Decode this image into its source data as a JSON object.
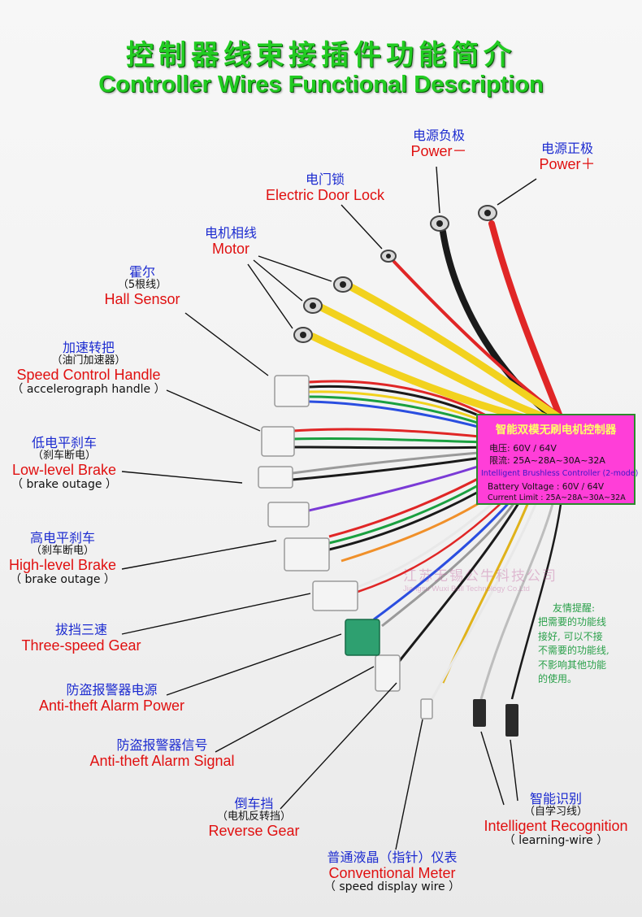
{
  "title": {
    "cn": "控制器线束接插件功能简介",
    "en": "Controller Wires Functional Description"
  },
  "labels": {
    "power_neg": {
      "cn": "电源负极",
      "en": "Power－"
    },
    "power_pos": {
      "cn": "电源正极",
      "en": "Power＋"
    },
    "door_lock": {
      "cn": "电门锁",
      "en": "Electric Door Lock"
    },
    "motor": {
      "cn": "电机相线",
      "en": "Motor"
    },
    "hall": {
      "cn": "霍尔",
      "sub": "（5根线）",
      "en": "Hall Sensor"
    },
    "speed_handle": {
      "cn": "加速转把",
      "sub": "（油门加速器）",
      "en": "Speed Control Handle",
      "sub2": "（ accelerograph handle ）"
    },
    "low_brake": {
      "cn": "低电平刹车",
      "sub": "（刹车断电）",
      "en": "Low-level Brake",
      "sub2": "（ brake outage ）"
    },
    "high_brake": {
      "cn": "高电平刹车",
      "sub": "（刹车断电）",
      "en": "High-level Brake",
      "sub2": "（ brake outage ）"
    },
    "three_speed": {
      "cn": "拔挡三速",
      "en": "Three-speed Gear"
    },
    "alarm_power": {
      "cn": "防盗报警器电源",
      "en": "Anti-theft Alarm Power"
    },
    "alarm_signal": {
      "cn": "防盗报警器信号",
      "en": "Anti-theft Alarm Signal"
    },
    "reverse": {
      "cn": "倒车挡",
      "sub": "（电机反转挡）",
      "en": "Reverse  Gear"
    },
    "meter": {
      "cn": "普通液晶（指针）仪表",
      "en": "Conventional Meter",
      "sub": "（ speed display wire ）"
    },
    "recognition": {
      "cn": "智能识别",
      "sub": "（自学习线）",
      "en": "Intelligent  Recognition",
      "sub2": "（ learning-wire ）"
    }
  },
  "controller": {
    "title": "智能双模无刷电机控制器",
    "voltage_cn": "电压:  60V / 64V",
    "current_cn": "限流:  25A~28A~30A~32A",
    "title_en": "Intelligent Brushless Controller (2-mode)",
    "voltage_en": "Battery Voltage : 60V / 64V",
    "current_en": "Current Limit : 25A~28A~30A~32A"
  },
  "notice": {
    "heading": "友情提醒:",
    "lines": [
      "把需要的功能线",
      "接好, 可以不接",
      "不需要的功能线,",
      "不影响其他功能",
      "的使用。"
    ]
  },
  "watermark": {
    "cn": "江苏无锡公牛科技公司",
    "en": "Jiangsu Wuxi Bull Technology Co.Ltd"
  },
  "colors": {
    "title": "#22cc22",
    "label_cn": "#1c2bd0",
    "label_en": "#e01010",
    "controller_bg": "#ff3ed8",
    "controller_title": "#ffff66",
    "wire_red": "#e02626",
    "wire_black": "#1a1a1a",
    "wire_yellow": "#f2d21e",
    "wire_blue": "#2a4ee0",
    "wire_green": "#1aa040",
    "wire_purple": "#7a3ad6",
    "wire_orange": "#f0902a",
    "wire_gray": "#9a9a9a",
    "wire_white": "#e8e8e8",
    "wire_brown": "#8a4a1a"
  }
}
